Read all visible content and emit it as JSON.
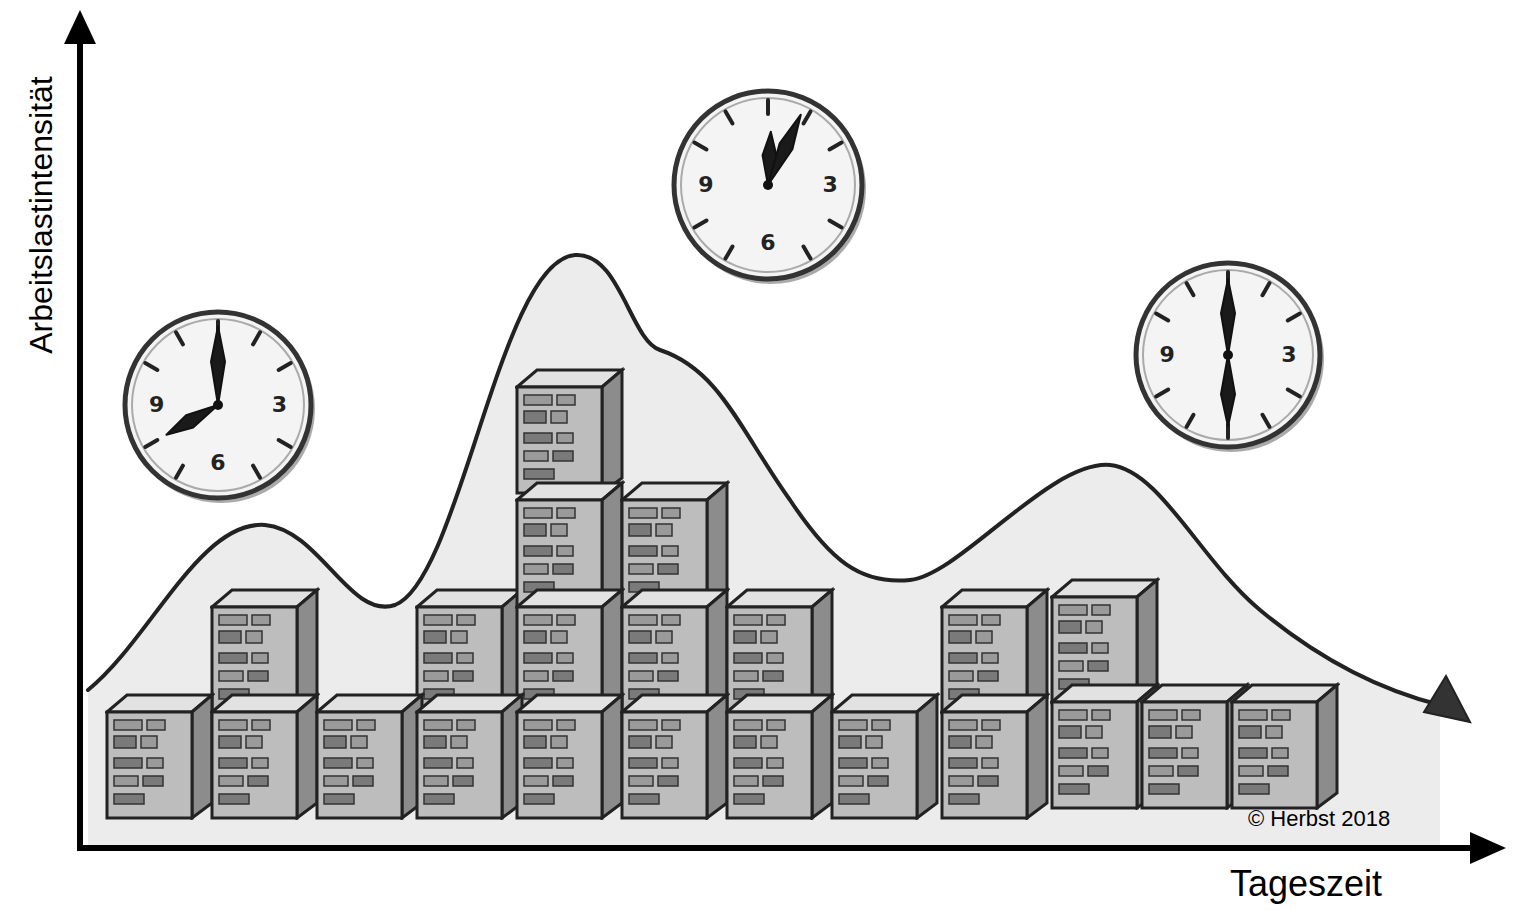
{
  "diagram": {
    "nodes": [
      {
        "text": [
          "9",
          "3",
          "6"
        ]
      },
      {
        "text": [
          "9",
          "3",
          "6"
        ]
      },
      {
        "text": [
          "9",
          "3"
        ]
      }
    ],
    "labels": [
      "Arbeitslastintensität",
      "Tageszeit",
      "© Herbst 2018"
    ]
  }
}
